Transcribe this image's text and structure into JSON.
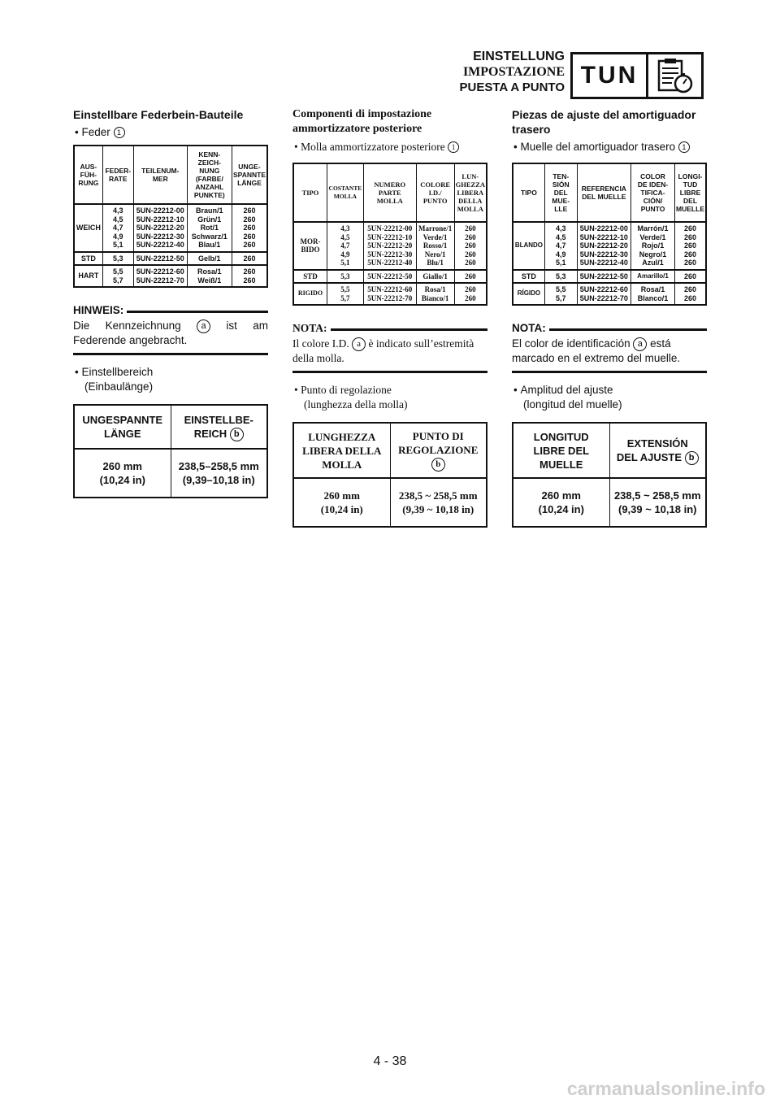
{
  "header": {
    "title_de": "EINSTELLUNG",
    "title_it": "IMPOSTAZIONE",
    "title_es": "PUESTA A PUNTO",
    "section_code": "TUN",
    "section_icon": "clipboard-stopwatch-icon"
  },
  "de": {
    "title": "Einstellbare Federbein-Bauteile",
    "bullet1": "Feder",
    "ref1": "1",
    "table": {
      "headers": [
        "AUS-\nFÜH-\nRUNG",
        "FEDER-\nRATE",
        "TEILENUM-\nMER",
        "KENN-\nZEICH-\nNUNG\n(FARBE/\nANZAHL\nPUNKTE)",
        "UNGE-\nSPANNTE\nLÄNGE"
      ],
      "groups": [
        {
          "label": "WEICH",
          "rates": "4,3\n4,5\n4,7\n4,9\n5,1",
          "parts": "5UN-22212-00\n5UN-22212-10\n5UN-22212-20\n5UN-22212-30\n5UN-22212-40",
          "colors": "Braun/1\nGrün/1\nRot/1\nSchwarz/1\nBlau/1",
          "lengths": "260\n260\n260\n260\n260"
        },
        {
          "label": "STD",
          "rates": "5,3",
          "parts": "5UN-22212-50",
          "colors": "Gelb/1",
          "lengths": "260"
        },
        {
          "label": "HART",
          "rates": "5,5\n5,7",
          "parts": "5UN-22212-60\n5UN-22212-70",
          "colors": "Rosa/1\nWeiß/1",
          "lengths": "260\n260"
        }
      ]
    },
    "note_title": "HINWEIS:",
    "note_text_pre": "Die Kennzeichnung",
    "note_ref": "a",
    "note_text_post": "ist am Federende angebracht.",
    "bullet2": "Einstellbereich\n(Einbaulänge)",
    "range": {
      "h1": "UNGESPANNTE\nLÄNGE",
      "h2": "EINSTELLBE-\nREICH",
      "h2_ref": "b",
      "v1": "260 mm\n(10,24 in)",
      "v2": "238,5–258,5 mm\n(9,39–10,18 in)"
    }
  },
  "it": {
    "title": "Componenti di impostazione\nammortizzatore posteriore",
    "bullet1": "Molla ammortizzatore posteriore",
    "ref1": "1",
    "table": {
      "headers": [
        "TIPO",
        "COSTANTE\nMOLLA",
        "NUMERO\nPARTE\nMOLLA",
        "COLORE\nI.D./\nPUNTO",
        "LUN-\nGHEZZA\nLIBERA\nDELLA\nMOLLA"
      ],
      "groups": [
        {
          "label": "MOR-\nBIDO",
          "rates": "4,3\n4,5\n4,7\n4,9\n5,1",
          "parts": "5UN-22212-00\n5UN-22212-10\n5UN-22212-20\n5UN-22212-30\n5UN-22212-40",
          "colors": "Marrone/1\nVerde/1\nRosso/1\nNero/1\nBlu/1",
          "lengths": "260\n260\n260\n260\n260"
        },
        {
          "label": "STD",
          "rates": "5,3",
          "parts": "5UN-22212-50",
          "colors": "Giallo/1",
          "lengths": "260"
        },
        {
          "label": "RIGIDO",
          "rates": "5,5\n5,7",
          "parts": "5UN-22212-60\n5UN-22212-70",
          "colors": "Rosa/1\nBianco/1",
          "lengths": "260\n260"
        }
      ]
    },
    "note_title": "NOTA:",
    "note_text_pre": "Il colore I.D.",
    "note_ref": "a",
    "note_text_post": "è indicato sull’estremità della molla.",
    "bullet2": "Punto di regolazione\n(lunghezza della molla)",
    "range": {
      "h1": "LUNGHEZZA\nLIBERA DELLA\nMOLLA",
      "h2": "PUNTO DI\nREGOLAZIONE",
      "h2_ref": "b",
      "v1": "260 mm\n(10,24 in)",
      "v2": "238,5 ~ 258,5 mm\n(9,39 ~ 10,18 in)"
    }
  },
  "es": {
    "title": "Piezas de ajuste del amortiguador\ntrasero",
    "bullet1": "Muelle del amortiguador trasero",
    "ref1": "1",
    "table": {
      "headers": [
        "TIPO",
        "TEN-\nSIÓN\nDEL\nMUE-\nLLE",
        "REFERENCIA\nDEL MUELLE",
        "COLOR\nDE IDEN-\nTIFICA-\nCIÓN/\nPUNTO",
        "LONGI-\nTUD\nLIBRE\nDEL\nMUELLE"
      ],
      "groups": [
        {
          "label": "BLANDO",
          "rates": "4,3\n4,5\n4,7\n4,9\n5,1",
          "parts": "5UN-22212-00\n5UN-22212-10\n5UN-22212-20\n5UN-22212-30\n5UN-22212-40",
          "colors": "Marrón/1\nVerde/1\nRojo/1\nNegro/1\nAzul/1",
          "lengths": "260\n260\n260\n260\n260"
        },
        {
          "label": "STD",
          "rates": "5,3",
          "parts": "5UN-22212-50",
          "colors": "Amarillo/1",
          "lengths": "260"
        },
        {
          "label": "RÍGIDO",
          "rates": "5,5\n5,7",
          "parts": "5UN-22212-60\n5UN-22212-70",
          "colors": "Rosa/1\nBlanco/1",
          "lengths": "260\n260"
        }
      ]
    },
    "note_title": "NOTA:",
    "note_text_pre": "El color de identificación",
    "note_ref": "a",
    "note_text_post": "está marcado en el extremo del muelle.",
    "bullet2": "Amplitud del ajuste\n(longitud del muelle)",
    "range": {
      "h1": "LONGITUD\nLIBRE DEL\nMUELLE",
      "h2": "EXTENSIÓN\nDEL AJUSTE",
      "h2_ref": "b",
      "v1": "260 mm\n(10,24 in)",
      "v2": "238,5 ~ 258,5 mm\n(9,39 ~ 10,18 in)"
    }
  },
  "footer": {
    "page_number": "4 - 38",
    "watermark": "carmanualsonline.info"
  }
}
